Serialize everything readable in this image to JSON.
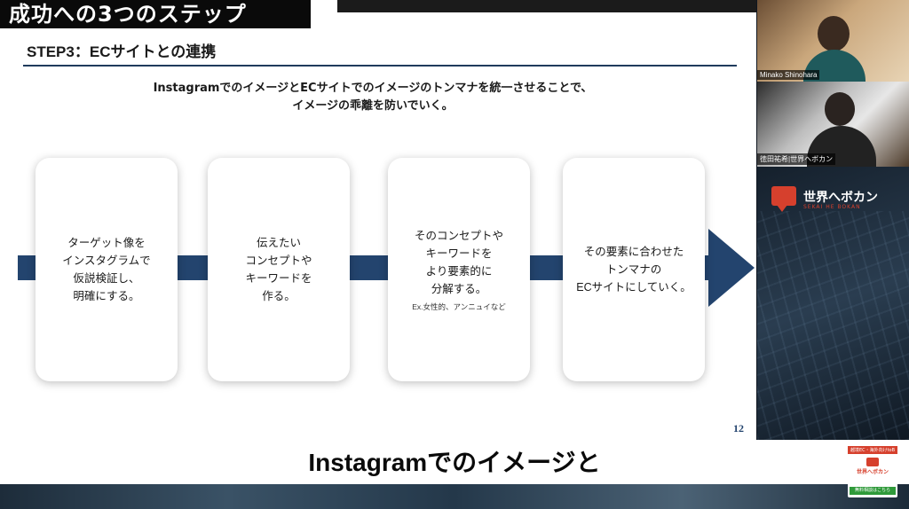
{
  "slide": {
    "banner_title": "成功への3つのステップ",
    "step_heading": "STEP3：ECサイトとの連携",
    "intro_line1": "InstagramでのイメージとECサイトでのイメージのトンマナを統一させることで、",
    "intro_line2": "イメージの乖離を防いでいく。",
    "page_number": "12",
    "cards": [
      {
        "text": "ターゲット像を\nインスタグラムで\n仮説検証し、\n明確にする。",
        "sub": ""
      },
      {
        "text": "伝えたい\nコンセプトや\nキーワードを\n作る。",
        "sub": ""
      },
      {
        "text": "そのコンセプトや\nキーワードを\nより要素的に\n分解する。",
        "sub": "Ex.女性的、アンニュイなど"
      },
      {
        "text": "その要素に合わせた\nトンマナの\nECサイトにしていく。",
        "sub": ""
      }
    ],
    "accent_color": "#23446e"
  },
  "subtitle": "Instagramでのイメージと",
  "participants": [
    {
      "name": "Minako Shinohara"
    },
    {
      "name": "徳田祐希|世界ヘボカン"
    }
  ],
  "logo": {
    "name": "世界へボカン",
    "sub": "SEKAI HE BOKAN"
  },
  "promo": {
    "tag": "越境EC・海外向けtoB",
    "name": "世界へボカン",
    "button": "無料相談はこちら"
  }
}
